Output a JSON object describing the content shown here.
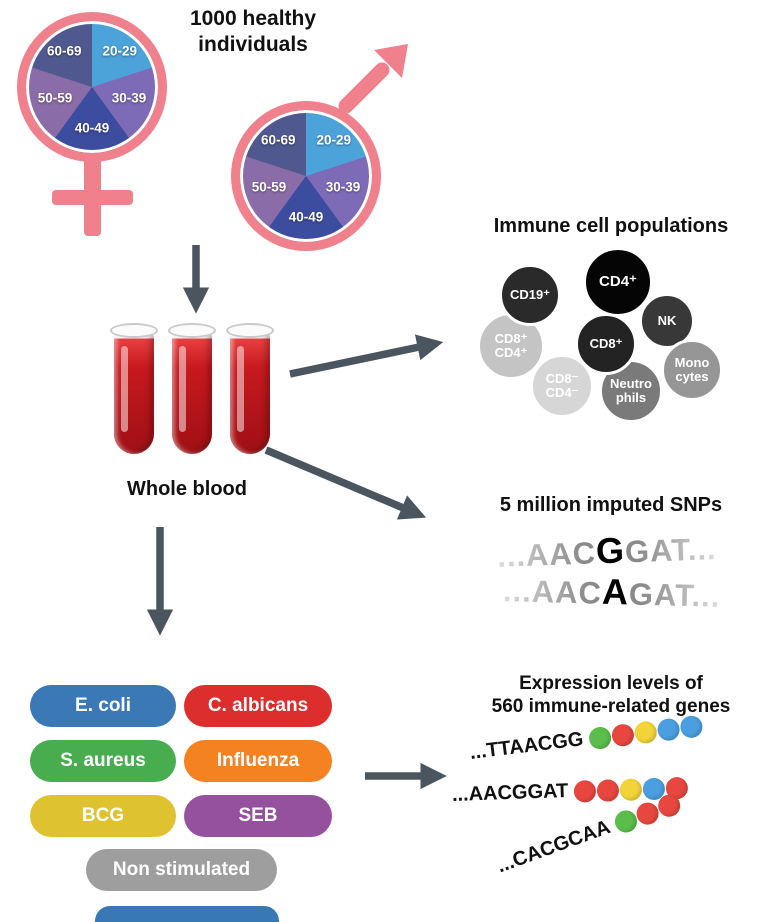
{
  "palette": {
    "symbol_pink": "#F0808C",
    "arrow_gray": "#4A5560"
  },
  "header": {
    "title": "1000 healthy\nindividuals"
  },
  "demographics": {
    "age_groups": [
      {
        "label": "20-29",
        "color": "#4BA3DA"
      },
      {
        "label": "30-39",
        "color": "#7E6BB8"
      },
      {
        "label": "40-49",
        "color": "#3C4DA0"
      },
      {
        "label": "50-59",
        "color": "#8A6CA8"
      },
      {
        "label": "60-69",
        "color": "#50598F"
      }
    ]
  },
  "blood": {
    "label": "Whole blood"
  },
  "immune_cells": {
    "title": "Immune cell populations",
    "cells": [
      {
        "label": "CD19⁺",
        "color": "#2A2A2A"
      },
      {
        "label": "CD4⁺",
        "color": "#050505"
      },
      {
        "label": "NK",
        "color": "#383838"
      },
      {
        "label": "CD8⁺",
        "color": "#232323"
      },
      {
        "label": "CD8⁺\nCD4⁺",
        "color": "#C4C4C4"
      },
      {
        "label": "CD8⁻\nCD4⁻",
        "color": "#D6D6D6"
      },
      {
        "label": "Neutro\nphils",
        "color": "#7A7A7A"
      },
      {
        "label": "Mono\ncytes",
        "color": "#969696"
      }
    ]
  },
  "snps": {
    "title": "5 million imputed SNPs",
    "sequences": [
      {
        "prefix": "...AAC",
        "variant": "G",
        "suffix": "GAT..."
      },
      {
        "prefix": "...AAC",
        "variant": "A",
        "suffix": "GAT..."
      }
    ]
  },
  "stimuli": {
    "items": [
      {
        "label": "E. coli",
        "color": "#3A79B5"
      },
      {
        "label": "C. albicans",
        "color": "#DD2E2E"
      },
      {
        "label": "S. aureus",
        "color": "#47AD4F"
      },
      {
        "label": "Influenza",
        "color": "#F58220"
      },
      {
        "label": "BCG",
        "color": "#DFC22F"
      },
      {
        "label": "SEB",
        "color": "#96519E"
      },
      {
        "label": "Non stimulated",
        "color": "#9E9E9E"
      }
    ]
  },
  "expression": {
    "title": "Expression levels of\n560 immune-related genes",
    "bead_colors": {
      "green": "#5BBE4A",
      "red": "#E8473F",
      "yellow": "#F2D438",
      "blue": "#4B9FE0"
    },
    "sequences": [
      {
        "text": "...TTAACGG",
        "beads": [
          "green",
          "red",
          "yellow",
          "blue",
          "blue"
        ]
      },
      {
        "text": "...AACGGAT",
        "beads": [
          "red",
          "red",
          "yellow",
          "blue",
          "red"
        ]
      },
      {
        "text": "...CACGCAA",
        "beads": [
          "green",
          "red",
          "red"
        ]
      }
    ]
  }
}
